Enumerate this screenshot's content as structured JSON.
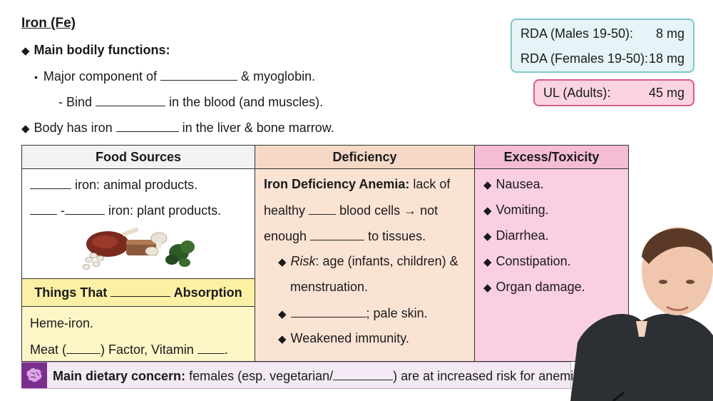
{
  "title": "Iron (Fe)",
  "functions": {
    "heading": "Main bodily functions:",
    "item1_pre": "Major component of",
    "item1_post": "& myoglobin.",
    "item2_pre": "- Bind",
    "item2_post": "in the blood (and muscles).",
    "item3_pre": "Body has iron",
    "item3_post": "in the liver & bone marrow."
  },
  "rda": {
    "males_label": "RDA (Males 19-50):",
    "males_value": "8 mg",
    "females_label": "RDA (Females 19-50):",
    "females_value": "18 mg"
  },
  "ul": {
    "label": "UL (Adults):",
    "value": "45 mg"
  },
  "table": {
    "headers": [
      "Food Sources",
      "Deficiency",
      "Excess/Toxicity"
    ],
    "food": {
      "line1": "iron: animal products.",
      "line2_dash": "-",
      "line2": "iron: plant products."
    },
    "absorption": {
      "header_pre": "Things That",
      "header_post": "Absorption",
      "line1": "Heme-iron.",
      "line2_pre": "Meat (",
      "line2_mid": ") Factor, Vitamin",
      "line2_post": "."
    },
    "deficiency": {
      "bold": "Iron Deficiency Anemia:",
      "line1_rest": "lack of",
      "line2_pre": "healthy",
      "line2_post": "blood cells → not",
      "line3_pre": "enough",
      "line3_post": "to tissues.",
      "risk_label": "Risk",
      "risk_rest": ": age (infants, children) &",
      "risk_line2": "menstruation.",
      "pale_post": "; pale skin.",
      "immunity": "Weakened immunity."
    },
    "excess": [
      "Nausea.",
      "Vomiting.",
      "Diarrhea.",
      "Constipation.",
      "Organ damage."
    ]
  },
  "footer": {
    "bold": "Main dietary concern:",
    "text_pre": "females (esp. vegetarian/",
    "text_post": ") are at increased risk for anemia."
  },
  "icons": {
    "bullet": "diamond-icon",
    "footer": "brain-icon"
  },
  "colors": {
    "rda_border": "#7ec8c8",
    "ul_border": "#d65c8c",
    "deficiency_bg": "#fbe3d4",
    "excess_bg": "#f9cfe1",
    "absorption_bg": "#fdf7c8",
    "footer_icon_bg": "#7a2e8e"
  }
}
